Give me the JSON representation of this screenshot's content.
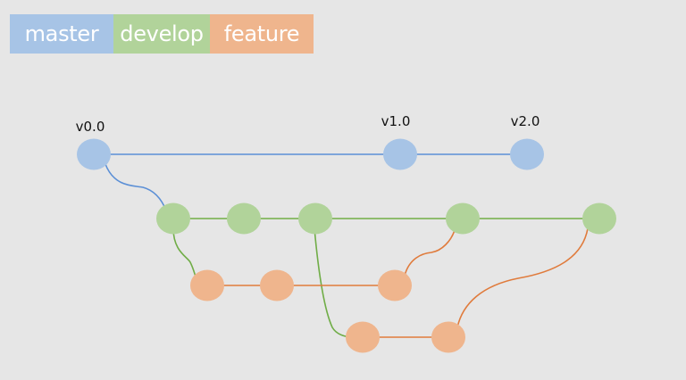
{
  "legend": [
    {
      "name": "master",
      "label": "master",
      "color": "#a7c4e6"
    },
    {
      "name": "develop",
      "label": "develop",
      "color": "#b1d39a"
    },
    {
      "name": "feature",
      "label": "feature",
      "color": "#efb58d"
    }
  ],
  "branch_colors": {
    "master_node": "#a7c4e6",
    "master_line": "#5b8fd6",
    "develop_node": "#b1d39a",
    "develop_line": "#70ad47",
    "feature_node": "#efb58d",
    "feature_line": "#e07b3c"
  },
  "tags": {
    "m0": "v0.0",
    "m1": "v1.0",
    "m2": "v2.0"
  }
}
